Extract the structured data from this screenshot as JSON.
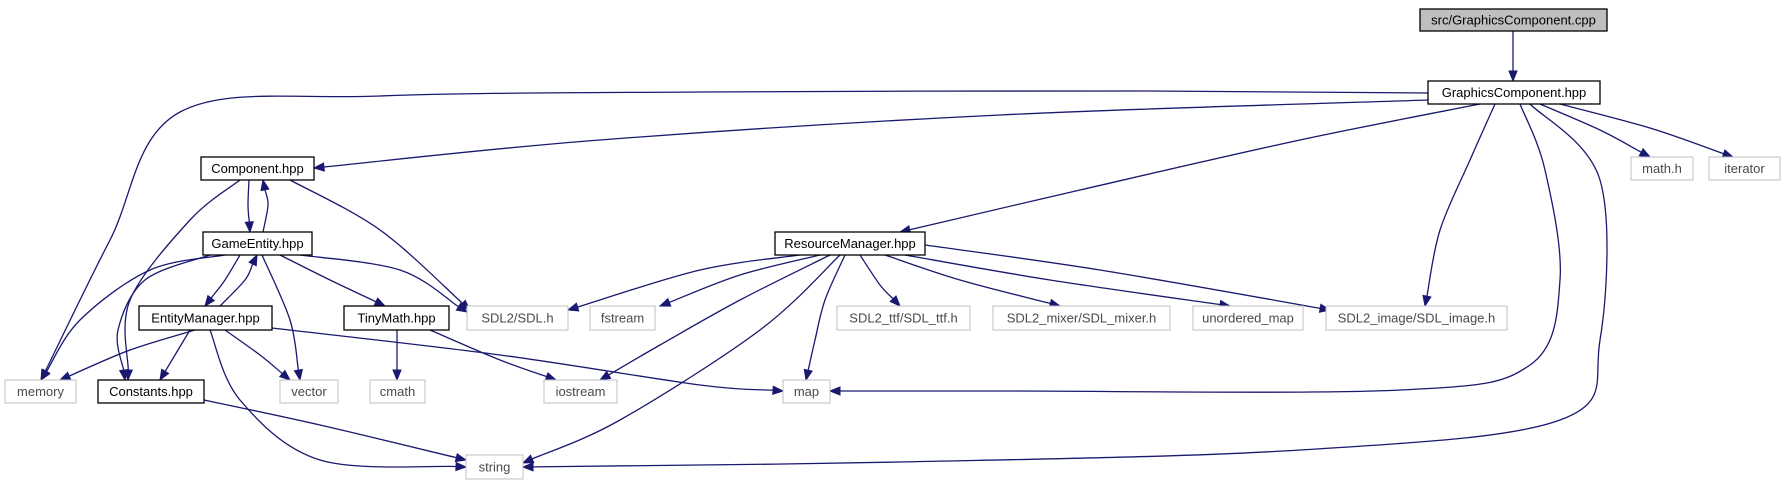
{
  "diagram": {
    "edge_color": "#191970",
    "nodes": [
      {
        "id": "root",
        "label": "src/GraphicsComponent.cpp",
        "kind": "root"
      },
      {
        "id": "gc",
        "label": "GraphicsComponent.hpp",
        "kind": "project"
      },
      {
        "id": "comp",
        "label": "Component.hpp",
        "kind": "project"
      },
      {
        "id": "ge",
        "label": "GameEntity.hpp",
        "kind": "project"
      },
      {
        "id": "em",
        "label": "EntityManager.hpp",
        "kind": "project"
      },
      {
        "id": "tm",
        "label": "TinyMath.hpp",
        "kind": "project"
      },
      {
        "id": "const",
        "label": "Constants.hpp",
        "kind": "project"
      },
      {
        "id": "rm",
        "label": "ResourceManager.hpp",
        "kind": "project"
      },
      {
        "id": "memory",
        "label": "memory",
        "kind": "system"
      },
      {
        "id": "vector",
        "label": "vector",
        "kind": "system"
      },
      {
        "id": "cmath",
        "label": "cmath",
        "kind": "system"
      },
      {
        "id": "iostream",
        "label": "iostream",
        "kind": "system"
      },
      {
        "id": "string",
        "label": "string",
        "kind": "system"
      },
      {
        "id": "map",
        "label": "map",
        "kind": "system"
      },
      {
        "id": "sdl",
        "label": "SDL2/SDL.h",
        "kind": "system"
      },
      {
        "id": "fstream",
        "label": "fstream",
        "kind": "system"
      },
      {
        "id": "ttf",
        "label": "SDL2_ttf/SDL_ttf.h",
        "kind": "system"
      },
      {
        "id": "mixer",
        "label": "SDL2_mixer/SDL_mixer.h",
        "kind": "system"
      },
      {
        "id": "umap",
        "label": "unordered_map",
        "kind": "system"
      },
      {
        "id": "image",
        "label": "SDL2_image/SDL_image.h",
        "kind": "system"
      },
      {
        "id": "mathh",
        "label": "math.h",
        "kind": "system"
      },
      {
        "id": "iterator",
        "label": "iterator",
        "kind": "system"
      }
    ],
    "edges": [
      {
        "from": "root",
        "to": "gc"
      },
      {
        "from": "gc",
        "to": "memory"
      },
      {
        "from": "gc",
        "to": "comp"
      },
      {
        "from": "gc",
        "to": "rm"
      },
      {
        "from": "gc",
        "to": "image"
      },
      {
        "from": "gc",
        "to": "map"
      },
      {
        "from": "gc",
        "to": "string"
      },
      {
        "from": "gc",
        "to": "mathh"
      },
      {
        "from": "gc",
        "to": "iterator"
      },
      {
        "from": "comp",
        "to": "ge"
      },
      {
        "from": "comp",
        "to": "const"
      },
      {
        "from": "comp",
        "to": "sdl"
      },
      {
        "from": "ge",
        "to": "comp"
      },
      {
        "from": "ge",
        "to": "em"
      },
      {
        "from": "ge",
        "to": "tm"
      },
      {
        "from": "ge",
        "to": "sdl"
      },
      {
        "from": "ge",
        "to": "memory"
      },
      {
        "from": "ge",
        "to": "const"
      },
      {
        "from": "ge",
        "to": "vector"
      },
      {
        "from": "em",
        "to": "ge"
      },
      {
        "from": "em",
        "to": "memory"
      },
      {
        "from": "em",
        "to": "const"
      },
      {
        "from": "em",
        "to": "vector"
      },
      {
        "from": "em",
        "to": "string"
      },
      {
        "from": "em",
        "to": "map"
      },
      {
        "from": "tm",
        "to": "cmath"
      },
      {
        "from": "tm",
        "to": "iostream"
      },
      {
        "from": "const",
        "to": "string"
      },
      {
        "from": "rm",
        "to": "sdl"
      },
      {
        "from": "rm",
        "to": "fstream"
      },
      {
        "from": "rm",
        "to": "ttf"
      },
      {
        "from": "rm",
        "to": "mixer"
      },
      {
        "from": "rm",
        "to": "umap"
      },
      {
        "from": "rm",
        "to": "image"
      },
      {
        "from": "rm",
        "to": "iostream"
      },
      {
        "from": "rm",
        "to": "map"
      },
      {
        "from": "rm",
        "to": "string"
      }
    ]
  }
}
